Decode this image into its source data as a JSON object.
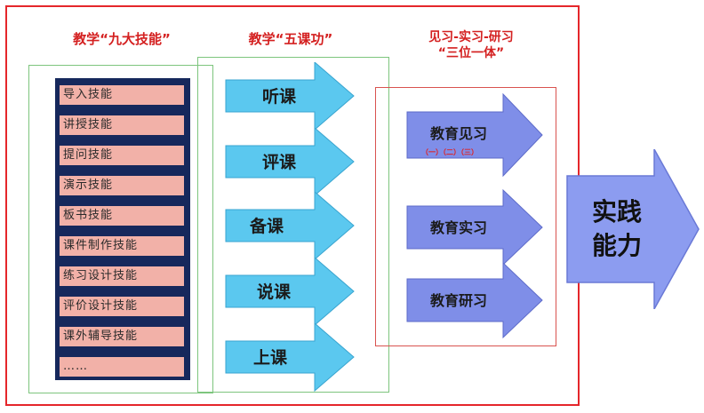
{
  "headings": {
    "nine_skills": "教学“九大技能”",
    "five_courses": "教学“五课功”",
    "trinity_line1": "见习-实习-研习",
    "trinity_line2": "“三位一体”"
  },
  "skills": [
    "导入技能",
    "讲授技能",
    "提问技能",
    "演示技能",
    "板书技能",
    "课件制作技能",
    "练习设计技能",
    "评价设计技能",
    "课外辅导技能",
    "……"
  ],
  "courses": [
    "听课",
    "评课",
    "备课",
    "说课",
    "上课"
  ],
  "practice": [
    {
      "label": "教育见习",
      "sub": "（一）（二）（三）"
    },
    {
      "label": "教育实习",
      "sub": ""
    },
    {
      "label": "教育研习",
      "sub": ""
    }
  ],
  "goal": {
    "line1": "实践",
    "line2": "能力"
  },
  "colors": {
    "frame_red": "#e5262b",
    "heading_red": "#d42020",
    "skills_panel": "#16285c",
    "skill_item": "#f2b1a8",
    "course_arrow": "#5bc8ef",
    "practice_arrow": "#7f8ee8",
    "goal_arrow": "#8c9cf0",
    "green_box": "#7dc57d"
  }
}
